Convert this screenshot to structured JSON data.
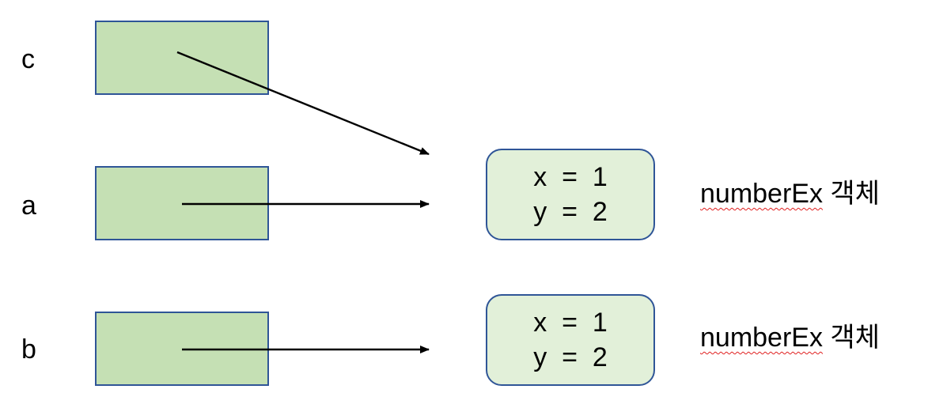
{
  "variables": [
    {
      "name": "c"
    },
    {
      "name": "a"
    },
    {
      "name": "b"
    }
  ],
  "objects": [
    {
      "line1": "x  =  1",
      "line2": "y  =  2",
      "class_name": "numberEx",
      "label_suffix": "객체"
    },
    {
      "line1": "x  =  1",
      "line2": "y  =  2",
      "class_name": "numberEx",
      "label_suffix": "객체"
    }
  ],
  "references": [
    {
      "from": "c",
      "to": "object-1"
    },
    {
      "from": "a",
      "to": "object-1"
    },
    {
      "from": "b",
      "to": "object-2"
    }
  ],
  "colors": {
    "variable_fill": "#c5e0b4",
    "object_fill": "#e2f0d9",
    "border": "#2f5597",
    "arrow": "#000000",
    "spellcheck_underline": "#e02020"
  }
}
